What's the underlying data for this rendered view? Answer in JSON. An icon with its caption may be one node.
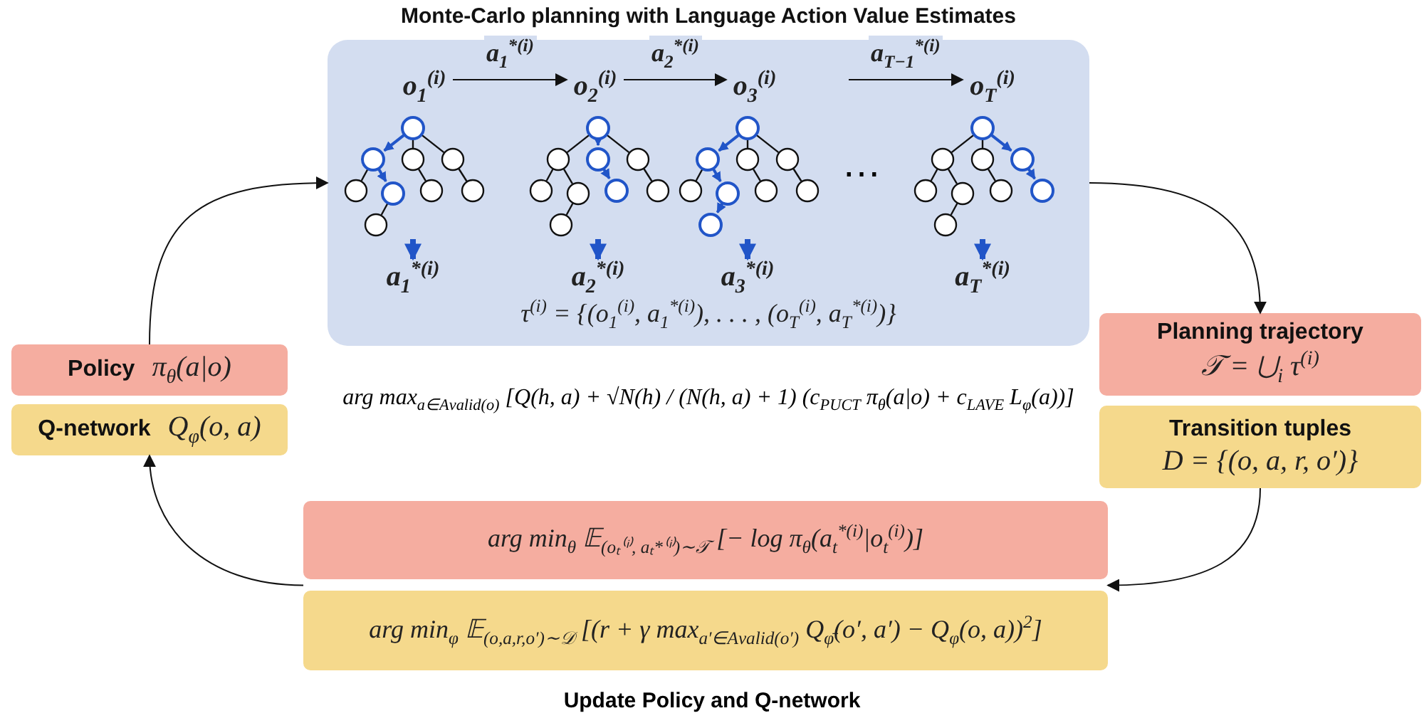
{
  "diagram": {
    "nodes": [
      {
        "text": [
          "Monte-Carlo planning with Language Action Value Estimates",
          "τ$^{(i)}$ = {(o$_{1}$$^{(i)}$, a$_{1}$$^{*(i)}$), . . . , (o$_{T}$$^{(i)}$, a$_{T}$$^{*(i)}$)}"
        ]
      },
      {
        "text": [
          "o$_{1}$$^{(i)}$"
        ],
        "in": 0
      },
      {
        "text": [
          "o$_{2}$$^{(i)}$"
        ],
        "in": 0
      },
      {
        "text": [
          "o$_{3}$$^{(i)}$"
        ],
        "in": 0
      },
      {
        "text": [
          "o$_{T}$$^{(i)}$"
        ],
        "in": 0
      },
      {
        "text": [],
        "shape": "picture",
        "in": 0
      },
      {
        "text": [],
        "shape": "picture",
        "in": 0
      },
      {
        "text": [],
        "shape": "picture",
        "in": 0
      },
      {
        "text": [],
        "shape": "picture",
        "in": 0
      },
      {
        "text": [
          "a$_{1}$$^{*(i)}$"
        ],
        "in": 0
      },
      {
        "text": [
          "a$_{2}$$^{*(i)}$"
        ],
        "in": 0
      },
      {
        "text": [
          "a$_{3}$$^{*(i)}$"
        ],
        "in": 0
      },
      {
        "text": [
          "a$_{T}$$^{*(i)}$"
        ],
        "in": 0
      },
      {
        "text": [
          "Policy",
          "π$_{θ}$(a|o)"
        ]
      },
      {
        "text": [
          "Q-network",
          "Q$_{φ}$(o, a)"
        ]
      },
      {
        "text": [
          "Planning trajectory",
          "𝒯 = ⋃$_{i}$ τ$^{(i)}$"
        ]
      },
      {
        "text": [
          "Transition tuples",
          "D = {(o, a, r, o′)}"
        ]
      },
      {
        "text": [
          "arg min$_{θ}$ 𝔼$_{(oₜ⁽ⁱ⁾, aₜ*⁽ⁱ⁾)∼𝒯}$ [− log π$_{θ}$(a$_{t}$$^{*(i)}$|o$_{t}$$^{(i)}$)]"
        ]
      },
      {
        "text": [
          "arg min$_{φ}$ 𝔼$_{(o,a,r,o′)∼𝒟}$ [(r + γ max$_{a′∈A}$$_{valid}$$_{(o′)}$ Q$_{φ̄}$(o′, a′) − Q$_{φ}$(o, a))$^{2}$]"
        ]
      }
    ],
    "edges": [
      {
        "from": 1,
        "to": 2,
        "arrow": "to",
        "label": "a$_{1}$$^{*(i)}$"
      },
      {
        "from": 2,
        "to": 3,
        "arrow": "to",
        "label": "a$_{2}$$^{*(i)}$"
      },
      {
        "from": null,
        "to": 4,
        "arrow": "to",
        "label": "a$_{T−1}$$^{*(i)}$"
      },
      {
        "from": 5,
        "to": 9,
        "arrow": "to",
        "style": "thick",
        "color": "#2155c8"
      },
      {
        "from": 6,
        "to": 10,
        "arrow": "to",
        "style": "thick",
        "color": "#2155c8"
      },
      {
        "from": 7,
        "to": 11,
        "arrow": "to",
        "style": "thick",
        "color": "#2155c8"
      },
      {
        "from": 8,
        "to": 12,
        "arrow": "to",
        "style": "thick",
        "color": "#2155c8"
      },
      {
        "from": 13,
        "to": 0,
        "arrow": "to"
      },
      {
        "from": 0,
        "to": 15,
        "arrow": "to"
      },
      {
        "from": 16,
        "to": 17,
        "arrow": "to"
      },
      {
        "from": 16,
        "to": 18,
        "arrow": "to"
      },
      {
        "from": 17,
        "to": 14,
        "arrow": "to"
      },
      {
        "from": 18,
        "to": 14,
        "arrow": "to"
      }
    ],
    "labels": [
      "…",
      "arg max$_{a∈A}$$_{valid}$$_{(o)}$ [Q(h, a) + √N(h) / (N(h, a) + 1) (c$_{PUCT}$ π$_{θ}$(a|o) + c$_{LAVE}$ L$_{φ}$(a))]",
      "Update Policy and Q-network"
    ]
  }
}
